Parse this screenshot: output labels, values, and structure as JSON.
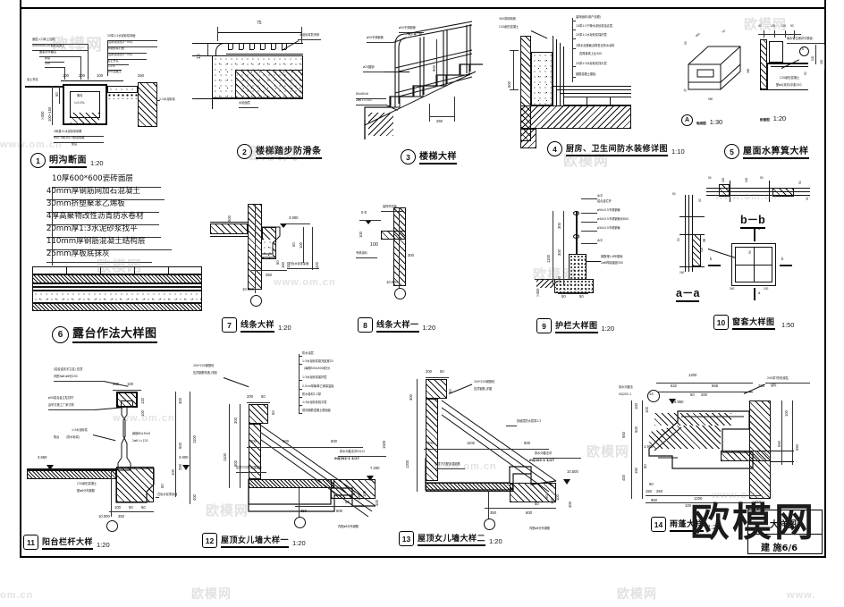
{
  "sheet": {
    "title_block": {
      "drawing_code": "建 施6/6",
      "upper_cell": "大样图"
    },
    "watermarks": {
      "center_logo": "欧模网",
      "faint": "www.om.cn",
      "faint2": "欧模网",
      "faint3": "www.",
      "faint4": "om.cn"
    }
  },
  "details": [
    {
      "no": "1",
      "title": "明沟断面",
      "scale": "1:20",
      "notes": [
        "面层入口砖上加砌",
        "450x500C20钢筋混凝土",
        "圈梁防水翻边",
        "砂浆",
        "540"
      ],
      "notes_right": [
        "20厚1:2水泥砂浆抹面",
        "(加水泥重的3~5%)",
        "水泥砂浆打底",
        "(加水泥重的3~5%)",
        "素土夯实",
        "i=2%",
        "400混凝土"
      ],
      "dims": [
        "100",
        "200",
        "100",
        "250",
        "50",
        "100~150",
        ">300"
      ],
      "bottom_notes": [
        "2砖基12水泥砂浆砌筑",
        "Mu7.5砖,M2.5砂浆砌筑",
        "垫层"
      ],
      "inner_label": [
        "明沟",
        "i=0.5%"
      ]
    },
    {
      "no": "2",
      "title": "楼梯踏步防滑条",
      "scale": "",
      "dims": [
        "75",
        "10"
      ],
      "notes": [
        "水泥砂浆防滑条",
        "水泥面层"
      ]
    },
    {
      "no": "3",
      "title": "楼梯大样",
      "scale": "",
      "notes": [
        "ø50不锈钢管",
        "ø50不锈钢管",
        "踏步每一级",
        "ø25圆钢",
        "80x80x6",
        "2ø6 L=120"
      ],
      "dims": [
        "900",
        "250"
      ]
    },
    {
      "no": "4",
      "title": "厨房、卫生间防水装修详图",
      "scale": "1:10",
      "notes": [
        "装饰面砖(用户自理)",
        "10厚1:2干硬水泥砂浆结合层",
        "20厚1:2水泥砂浆保护层",
        "2厚水泥基聚合物复合防水涂料",
        "四周卷墙上反300",
        "20厚1:3水泥砂浆找平层",
        "钢筋混凝土楼板"
      ],
      "notes_left": [
        "300厚砖砌墙",
        "C20细石混凝土"
      ],
      "dims": [
        "500"
      ]
    },
    {
      "no": "5",
      "title": "屋面水箅箕大样",
      "scale": "",
      "sub_views": [
        {
          "mark": "A",
          "label": "轴测图",
          "scale": "1:30"
        },
        {
          "mark": "",
          "label": "剖面图",
          "scale": "1:20"
        }
      ],
      "notes": [
        "雨水管位置详平屋面",
        "C20细石混凝土",
        "配ø4(双向)中距150"
      ],
      "dims": [
        "50",
        "480",
        "50",
        "950",
        "280",
        "40",
        "150",
        "100",
        "50",
        "100",
        "200",
        "50"
      ]
    },
    {
      "no": "6",
      "title": "露台作法大样图",
      "scale": "",
      "layers": [
        "10厚600*600瓷砖面层",
        "40mm厚钢筋网加石混凝土",
        "30mm挤塑聚苯乙烯板",
        "4厚高聚物改性沥青防水卷材",
        "20mm厚1:3水泥砂浆找平",
        "110mm厚钢筋混凝土结构层",
        "25mm厚板底抹灰"
      ]
    },
    {
      "no": "7",
      "title": "线条大样",
      "scale": "1:20",
      "dims": [
        "3.900",
        "400",
        "100",
        "50",
        "100",
        "150",
        "50",
        "350",
        "500",
        "10.000"
      ],
      "notes": [
        "白色水泥漆涂面"
      ]
    },
    {
      "no": "8",
      "title": "线条大样一",
      "scale": "1:20",
      "dims": [
        "0.9",
        "100",
        "100",
        "300",
        "10.000"
      ],
      "notes": [
        "装饰杆扣板",
        "专修涂料"
      ]
    },
    {
      "no": "9",
      "title": "护栏大样图",
      "scale": "1:20",
      "notes": [
        "水平",
        "铝合金栏杆",
        "ø50x3.5不锈钢管",
        "ø40x3.5不锈钢管@800",
        "ø30x3.5不锈钢管",
        "水平",
        "钢筋埋入6号基础",
        "2ø6焊接锚固300"
      ],
      "dims": [
        "300",
        "300",
        "500",
        "1100",
        ">300",
        "50",
        "50"
      ]
    },
    {
      "no": "10",
      "title": "窗套大样图",
      "scale": "1:50",
      "sections": [
        "a－a",
        "b－b"
      ],
      "marks": [
        "a",
        "a",
        "b",
        "b"
      ],
      "dims": [
        "50",
        "50",
        "100",
        "100",
        "50",
        "50",
        "240",
        "100",
        "50"
      ]
    },
    {
      "no": "11",
      "title": "阳台栏杆大样",
      "scale": "1:20",
      "notes": [
        "(铝合金扶手立柱) 压顶",
        "内配3ø8 ø6@200",
        "ø50铝合金立柱扶杆",
        "由甲方施工厂家订购",
        "1:3水泥砂浆",
        "阳台",
        "(防水砂浆)",
        "扁钢80x30x5",
        "2ø6 L=120",
        "C20细石混凝土",
        "配ø6分布钢筋",
        "白色水泥漆涂面"
      ],
      "dims": [
        "200",
        "100",
        "300",
        "600",
        "200",
        "100",
        "400",
        "1100",
        "120",
        "100",
        "3.650",
        "3.900",
        "50",
        "100",
        "50",
        "50",
        "350",
        "10.000",
        "100",
        "50"
      ]
    },
    {
      "no": "12",
      "title": "屋顶女儿墙大样一",
      "scale": "1:20",
      "notes": [
        "防水涂层",
        "1:3水泥砂浆填充缝宽20",
        "(每隔500x500划分)",
        "1:3水泥砂浆保护层",
        "2.5cm厚聚苯乙烯保温板",
        "防水卷材1:2厚",
        "1:3水泥砂浆找平层",
        "现浇钢筋混凝土屋面板",
        "200*200钢筋砼",
        "压顶钢筋构造,详图",
        "压顶下内配加强钢筋",
        "排水沟做法详02J12",
        "00J202-1 3/17"
      ],
      "dims": [
        "200",
        "50",
        "300",
        "1100",
        "800",
        "200",
        "600",
        "600",
        "1500",
        "7.200",
        "350",
        "600",
        "50",
        "100",
        "150",
        "50",
        "400",
        "60"
      ]
    },
    {
      "no": "13",
      "title": "屋顶女儿墙大样二",
      "scale": "1:20",
      "notes": [
        "200*200钢筋砼",
        "压顶钢筋,详图",
        "压顶下内配加强钢筋",
        "找坡层防水层厚1:2",
        "排水沟做法详",
        "00J202-1 3/17"
      ],
      "dims": [
        "200",
        "50",
        "300",
        "1200",
        "200",
        "1102",
        "600",
        "10.500",
        "350",
        "150",
        "50",
        "400",
        "100",
        "600",
        "50",
        "60"
      ]
    },
    {
      "no": "14",
      "title": "雨蓬大样",
      "scale": "1:20",
      "notes": [
        "排水沟做法",
        "00J202-1",
        "200厚T形砼梁柱",
        "结构"
      ],
      "dims": [
        "1200",
        "632",
        "568",
        "200",
        "50",
        "200",
        "4.950",
        "650",
        "500",
        "100",
        "400",
        "150",
        "100",
        "50",
        "50",
        "150",
        "250",
        "950",
        "1200",
        "100",
        "450",
        "650",
        "1.900"
      ],
      "bubble_ref": "1",
      "view_mark": "14"
    }
  ]
}
